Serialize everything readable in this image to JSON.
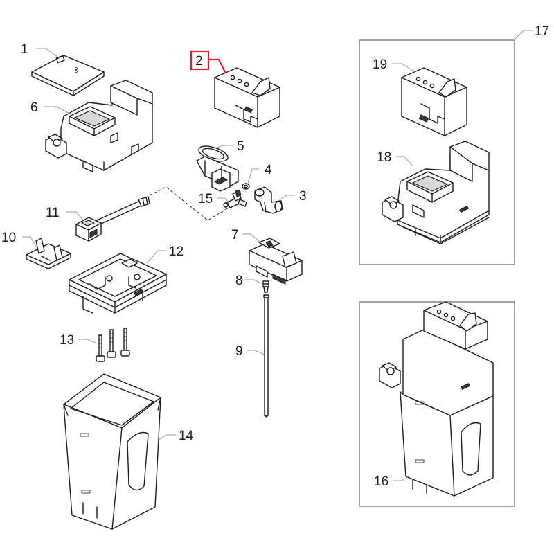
{
  "callouts": [
    {
      "id": "1",
      "text": "1"
    },
    {
      "id": "2",
      "text": "2"
    },
    {
      "id": "3",
      "text": "3"
    },
    {
      "id": "4",
      "text": "4"
    },
    {
      "id": "5",
      "text": "5"
    },
    {
      "id": "6",
      "text": "6"
    },
    {
      "id": "7",
      "text": "7"
    },
    {
      "id": "8",
      "text": "8"
    },
    {
      "id": "9",
      "text": "9"
    },
    {
      "id": "10",
      "text": "10"
    },
    {
      "id": "11",
      "text": "11"
    },
    {
      "id": "12",
      "text": "12"
    },
    {
      "id": "13",
      "text": "13"
    },
    {
      "id": "14",
      "text": "14"
    },
    {
      "id": "15",
      "text": "15"
    },
    {
      "id": "16",
      "text": "16"
    },
    {
      "id": "17",
      "text": "17"
    },
    {
      "id": "18",
      "text": "18"
    },
    {
      "id": "19",
      "text": "19"
    }
  ],
  "highlight": {
    "callout": "2",
    "color": "#e0202a"
  },
  "colors": {
    "line": "#1c1c1c",
    "leader": "#9a9a9a",
    "panel_border": "#8c8c8c",
    "background": "#ffffff"
  }
}
